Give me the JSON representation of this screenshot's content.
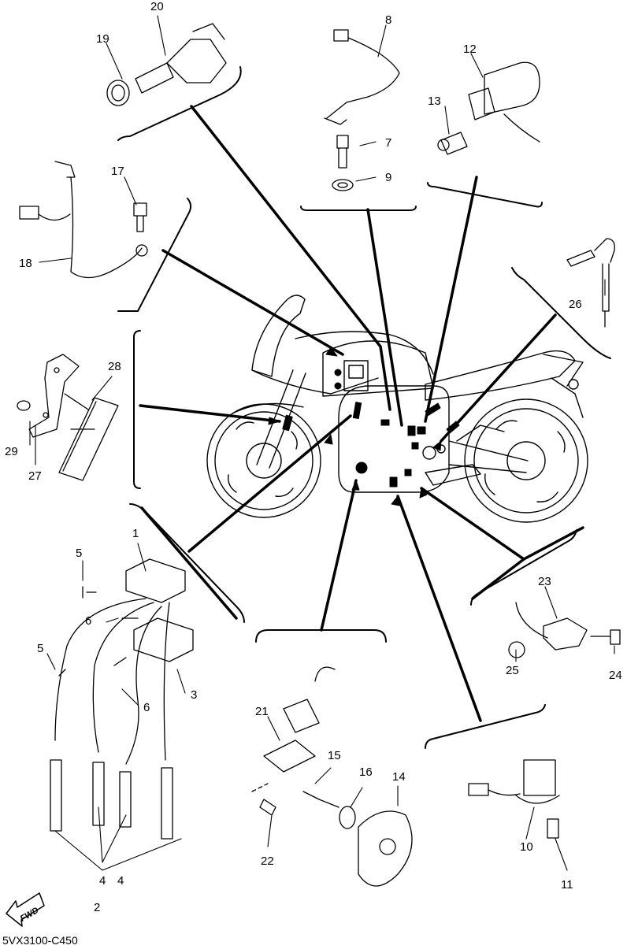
{
  "diagram": {
    "code": "5VX3100-C450",
    "fwd_label": "FWD",
    "callouts": [
      "1",
      "2",
      "3",
      "4",
      "4",
      "5",
      "5",
      "6",
      "6",
      "7",
      "8",
      "9",
      "10",
      "11",
      "12",
      "13",
      "14",
      "15",
      "16",
      "17",
      "18",
      "19",
      "20",
      "21",
      "22",
      "23",
      "24",
      "25",
      "26",
      "27",
      "28",
      "29"
    ]
  }
}
